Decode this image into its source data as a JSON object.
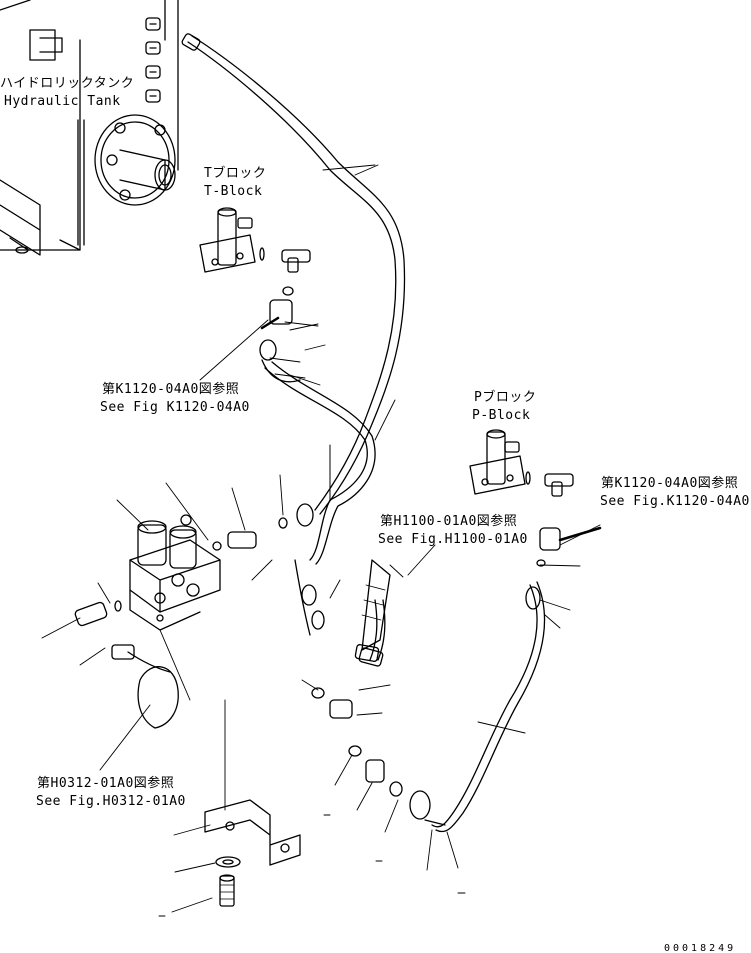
{
  "labels": {
    "hydraulic_tank_jp": "ハイドロリックタンク",
    "hydraulic_tank_en": "Hydraulic Tank",
    "t_block_jp": "Tブロック",
    "t_block_en": "T-Block",
    "p_block_jp": "Pブロック",
    "p_block_en": "P-Block",
    "ref_k1120_left_jp": "第K1120-04A0図参照",
    "ref_k1120_left_en": "See Fig K1120-04A0",
    "ref_k1120_right_jp": "第K1120-04A0図参照",
    "ref_k1120_right_en": "See Fig.K1120-04A0",
    "ref_h1100_jp": "第H1100-01A0図参照",
    "ref_h1100_en": "See Fig.H1100-01A0",
    "ref_h0312_jp": "第H0312-01A0図参照",
    "ref_h0312_en": "See Fig.H0312-01A0",
    "drawing_id": "00018249"
  }
}
